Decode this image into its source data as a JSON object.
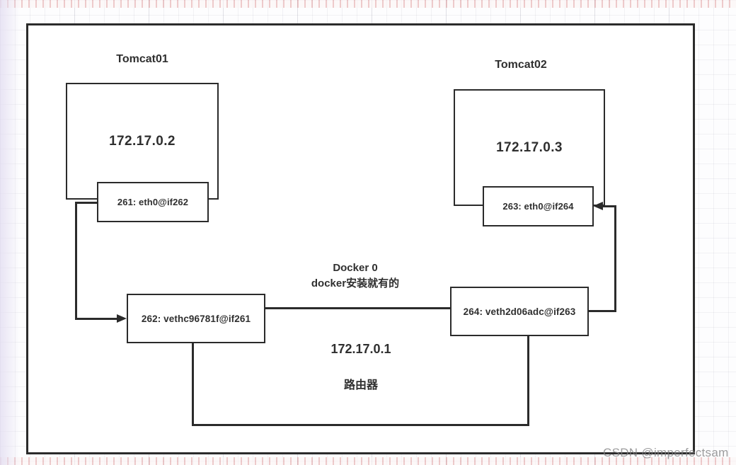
{
  "watermark": "CSDN @imperfectsam",
  "containers": {
    "tomcat01": {
      "title": "Tomcat01",
      "ip": "172.17.0.2",
      "eth": "261: eth0@if262"
    },
    "tomcat02": {
      "title": "Tomcat02",
      "ip": "172.17.0.3",
      "eth": "263: eth0@if264"
    }
  },
  "docker0": {
    "veth_left": "262: vethc96781f@if261",
    "veth_right": "264: veth2d06adc@if263",
    "name": "Docker 0",
    "note": "docker安装就有的",
    "ip": "172.17.0.1",
    "role": "路由器"
  },
  "edges": [
    {
      "from": "261: eth0@if262",
      "to": "262: vethc96781f@if261",
      "arrow": true
    },
    {
      "from": "264: veth2d06adc@if263",
      "to": "263: eth0@if264",
      "arrow": true
    },
    {
      "from": "262: vethc96781f@if261",
      "to": "264: veth2d06adc@if263",
      "arrow": false,
      "path": "direct"
    },
    {
      "from": "262: vethc96781f@if261",
      "to": "264: veth2d06adc@if263",
      "arrow": false,
      "path": "bottom-u"
    }
  ],
  "colors": {
    "line": "#2b2b2b",
    "text": "#2f2f2f",
    "watermark": "#80808280",
    "grid_accent": "#ca5454"
  }
}
